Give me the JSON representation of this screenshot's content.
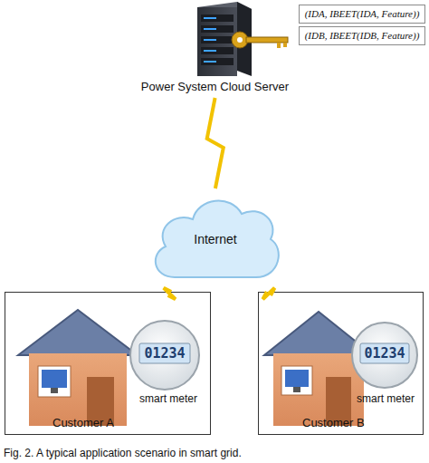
{
  "diagram": {
    "caption": "Fig. 2. A typical application scenario in smart grid.",
    "nodes": [
      {
        "text": [
          "Power System Cloud Server"
        ]
      },
      {
        "text": [
          "(IDA, IBEET(IDA, Feature))"
        ]
      },
      {
        "text": [
          "(IDB, IBEET(IDB, Feature))"
        ]
      },
      {
        "text": [
          "Internet"
        ]
      },
      {
        "text": [
          "smart meter",
          "Customer A"
        ]
      },
      {
        "text": [
          "smart meter",
          "Customer B"
        ]
      }
    ],
    "edges": [
      {
        "from": 0,
        "to": 3,
        "arrow": "none"
      },
      {
        "from": 3,
        "to": 4,
        "arrow": "none"
      },
      {
        "from": 3,
        "to": 5,
        "arrow": "none"
      }
    ],
    "labels": [
      "01234",
      "01234"
    ]
  }
}
